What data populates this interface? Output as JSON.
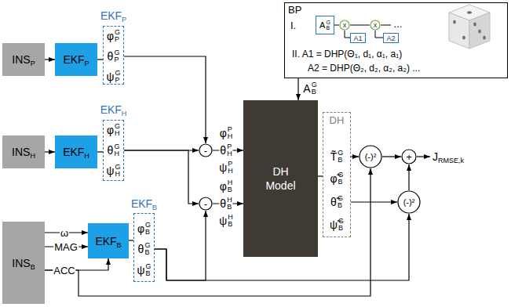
{
  "diagram": {
    "nodes": [
      {
        "text": [
          "BP",
          "I.",
          "II. A1 = DHP(Θ₁, d₁, α₁, a₁)",
          "A2 = DHP(Θ₂, d₂, α₂, a₂) ..."
        ]
      },
      {
        "text": [
          "A",
          "G",
          "B"
        ],
        "in": 0
      },
      {
        "text": [
          "x"
        ],
        "in": 0
      },
      {
        "text": [
          "A1"
        ],
        "in": 0
      },
      {
        "text": [
          "x"
        ],
        "in": 0
      },
      {
        "text": [
          "A2"
        ],
        "in": 0
      },
      {
        "text": [
          "INS",
          "P"
        ]
      },
      {
        "text": [
          "EKF",
          "P"
        ]
      },
      {
        "text": [
          "EKF",
          "P",
          "φ",
          "G",
          "P",
          "θ",
          "G",
          "P",
          "ψ",
          "G",
          "P"
        ]
      },
      {
        "text": [
          "INS",
          "H"
        ]
      },
      {
        "text": [
          "EKF",
          "H"
        ]
      },
      {
        "text": [
          "EKF",
          "H",
          "φ",
          "G",
          "H",
          "θ",
          "G",
          "H",
          "ψ",
          "G",
          "H"
        ]
      },
      {
        "text": [
          "INS",
          "B"
        ]
      },
      {
        "text": [
          "EKF",
          "B"
        ]
      },
      {
        "text": [
          "EKF",
          "B",
          "φ",
          "G",
          "B",
          "θ",
          "G",
          "B",
          "ψ",
          "G",
          "B"
        ]
      },
      {
        "text": [
          "-"
        ]
      },
      {
        "text": [
          "-"
        ]
      },
      {
        "text": [
          "DH Model"
        ]
      },
      {
        "text": [
          "DH",
          "T̃",
          "G",
          "B",
          "φ̃",
          "G",
          "B",
          "θ̃",
          "G",
          "B",
          "ψ̃",
          "G",
          "B"
        ]
      },
      {
        "text": [
          "(-)²"
        ]
      },
      {
        "text": [
          "+"
        ]
      },
      {
        "text": [
          "(-)²"
        ]
      }
    ],
    "edges": [
      {
        "from": 1,
        "to": 2,
        "arrow": "none"
      },
      {
        "from": 2,
        "to": 4,
        "arrow": "none"
      },
      {
        "from": 3,
        "to": 2,
        "arrow": "none"
      },
      {
        "from": 5,
        "to": 4,
        "arrow": "none"
      },
      {
        "from": 6,
        "to": 7,
        "arrow": "to"
      },
      {
        "from": 7,
        "to": 8,
        "arrow": "none"
      },
      {
        "from": 9,
        "to": 10,
        "arrow": "to"
      },
      {
        "from": 10,
        "to": 11,
        "arrow": "none"
      },
      {
        "from": 12,
        "to": 13,
        "arrow": "to",
        "label": "ω"
      },
      {
        "from": 12,
        "to": 13,
        "arrow": "to",
        "label": "MAG"
      },
      {
        "from": 12,
        "to": 13,
        "arrow": "to",
        "label": "ACC"
      },
      {
        "from": 13,
        "to": 14,
        "arrow": "none"
      },
      {
        "from": 8,
        "to": 15,
        "arrow": "to"
      },
      {
        "from": 11,
        "to": 15,
        "arrow": "to"
      },
      {
        "from": 11,
        "to": 16,
        "arrow": "to"
      },
      {
        "from": 14,
        "to": 16,
        "arrow": "to"
      },
      {
        "from": 15,
        "to": 17,
        "arrow": "to"
      },
      {
        "from": 16,
        "to": 17,
        "arrow": "to"
      },
      {
        "from": 0,
        "to": 17,
        "arrow": "to"
      },
      {
        "from": 17,
        "to": 18,
        "arrow": "none"
      },
      {
        "from": 18,
        "to": 19,
        "arrow": "to"
      },
      {
        "from": 18,
        "to": 21,
        "arrow": "to"
      },
      {
        "from": 12,
        "to": 19,
        "arrow": "to"
      },
      {
        "from": 14,
        "to": 21,
        "arrow": "to"
      },
      {
        "from": 19,
        "to": 20,
        "arrow": "to"
      },
      {
        "from": 21,
        "to": 20,
        "arrow": "to"
      }
    ],
    "labels": [
      "...",
      "A",
      "G",
      "B",
      "φ",
      "P",
      "H",
      "θ",
      "P",
      "H",
      "ψ",
      "P",
      "H",
      "φ",
      "H",
      "B",
      "θ",
      "H",
      "B",
      "ψ",
      "H",
      "B",
      "J",
      "RMSE,k"
    ]
  }
}
